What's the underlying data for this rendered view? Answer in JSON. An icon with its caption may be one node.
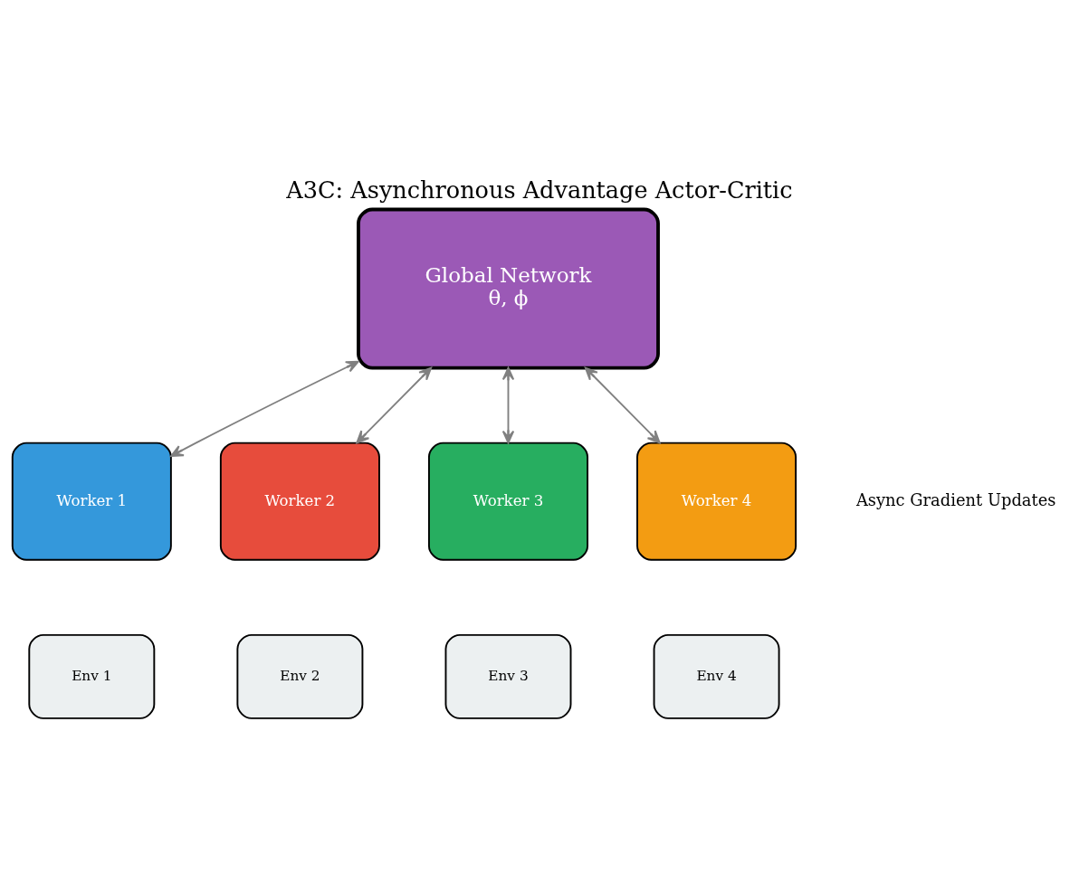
{
  "diagram": {
    "title": "A3C: Asynchronous Advantage Actor-Critic",
    "nodes": [
      {
        "text": [
          "Global Network",
          "θ, ϕ"
        ]
      },
      {
        "text": [
          "Worker 1"
        ]
      },
      {
        "text": [
          "Worker 2"
        ]
      },
      {
        "text": [
          "Worker 3"
        ]
      },
      {
        "text": [
          "Worker 4"
        ]
      },
      {
        "text": [
          "Env 1"
        ]
      },
      {
        "text": [
          "Env 2"
        ]
      },
      {
        "text": [
          "Env 3"
        ]
      },
      {
        "text": [
          "Env 4"
        ]
      }
    ],
    "edges": [
      {
        "from": 0,
        "to": 1,
        "arrow": "both"
      },
      {
        "from": 0,
        "to": 2,
        "arrow": "both"
      },
      {
        "from": 0,
        "to": 3,
        "arrow": "both"
      },
      {
        "from": 0,
        "to": 4,
        "arrow": "both"
      }
    ],
    "labels": [
      "Async Gradient Updates"
    ]
  }
}
